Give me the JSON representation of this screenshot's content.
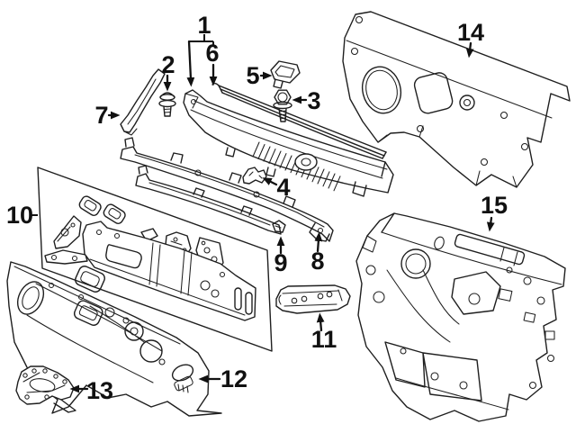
{
  "figure": {
    "type": "exploded-parts-diagram",
    "background_color": "#ffffff",
    "line_color": "#1f1f1f",
    "callout_color": "#111111"
  },
  "callouts": [
    {
      "number": "1"
    },
    {
      "number": "2"
    },
    {
      "number": "3"
    },
    {
      "number": "4"
    },
    {
      "number": "5"
    },
    {
      "number": "6"
    },
    {
      "number": "7"
    },
    {
      "number": "8"
    },
    {
      "number": "9"
    },
    {
      "number": "10"
    },
    {
      "number": "11"
    },
    {
      "number": "12"
    },
    {
      "number": "13"
    },
    {
      "number": "14"
    },
    {
      "number": "15"
    }
  ]
}
